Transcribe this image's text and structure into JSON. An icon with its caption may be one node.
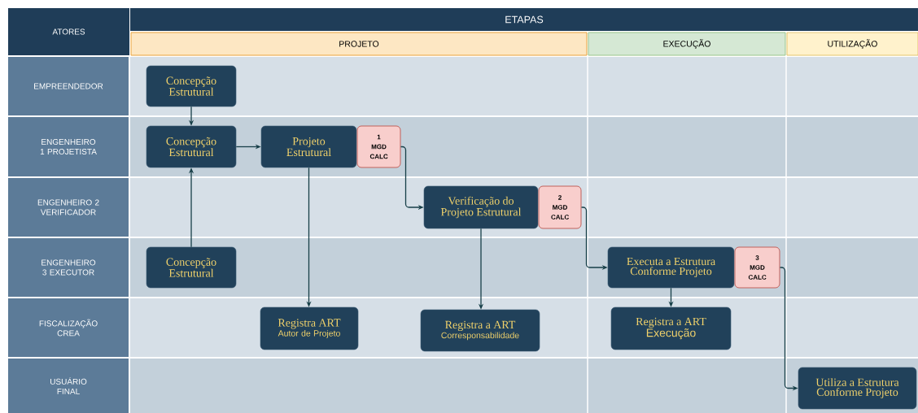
{
  "diagram": {
    "nodes": [
      {
        "text": [
          "ATORES"
        ]
      },
      {
        "text": [
          "ETAPAS"
        ]
      },
      {
        "text": [
          "PROJETO"
        ]
      },
      {
        "text": [
          "EXECUÇÃO"
        ]
      },
      {
        "text": [
          "UTILIZAÇÃO"
        ]
      },
      {
        "text": [
          "EMPREENDEDOR"
        ]
      },
      {
        "text": [
          "ENGENHEIRO 1 PROJETISTA"
        ]
      },
      {
        "text": [
          "ENGENHEIRO 2 VERIFICADOR"
        ]
      },
      {
        "text": [
          "ENGENHEIRO 3 EXECUTOR"
        ]
      },
      {
        "text": [
          "FISCALIZAÇÃO CREA"
        ]
      },
      {
        "text": [
          "USUÁRIO FINAL"
        ]
      },
      {
        "text": [
          "Concepção Estrutural"
        ]
      },
      {
        "text": [
          "Concepção Estrutural"
        ]
      },
      {
        "text": [
          "Projeto Estrutural"
        ]
      },
      {
        "text": [
          "1 MGD CALC"
        ]
      },
      {
        "text": [
          "Verificação do Projeto Estrutural"
        ]
      },
      {
        "text": [
          "2 MGD CALC"
        ]
      },
      {
        "text": [
          "Concepção Estrutural"
        ]
      },
      {
        "text": [
          "Executa a Estrutura Conforme Projeto"
        ]
      },
      {
        "text": [
          "3 MGD CALC"
        ]
      },
      {
        "text": [
          "Registra ART",
          "Autor de Projeto"
        ]
      },
      {
        "text": [
          "Registra a ART",
          "Corresponsabilidade"
        ]
      },
      {
        "text": [
          "Registra a ART",
          "Execução"
        ]
      },
      {
        "text": [
          "Utiliza a Estrutura Conforme Projeto"
        ]
      }
    ],
    "edges": [
      {
        "from": 11,
        "to": 12,
        "arrow": "to"
      },
      {
        "from": 17,
        "to": 12,
        "arrow": "to"
      },
      {
        "from": 12,
        "to": 13,
        "arrow": "to"
      },
      {
        "from": 14,
        "to": 15,
        "arrow": "to"
      },
      {
        "from": 13,
        "to": 20,
        "arrow": "to"
      },
      {
        "from": 15,
        "to": 21,
        "arrow": "to"
      },
      {
        "from": 16,
        "to": 18,
        "arrow": "to"
      },
      {
        "from": 18,
        "to": 22,
        "arrow": "to"
      },
      {
        "from": 19,
        "to": 23,
        "arrow": "to"
      }
    ]
  }
}
